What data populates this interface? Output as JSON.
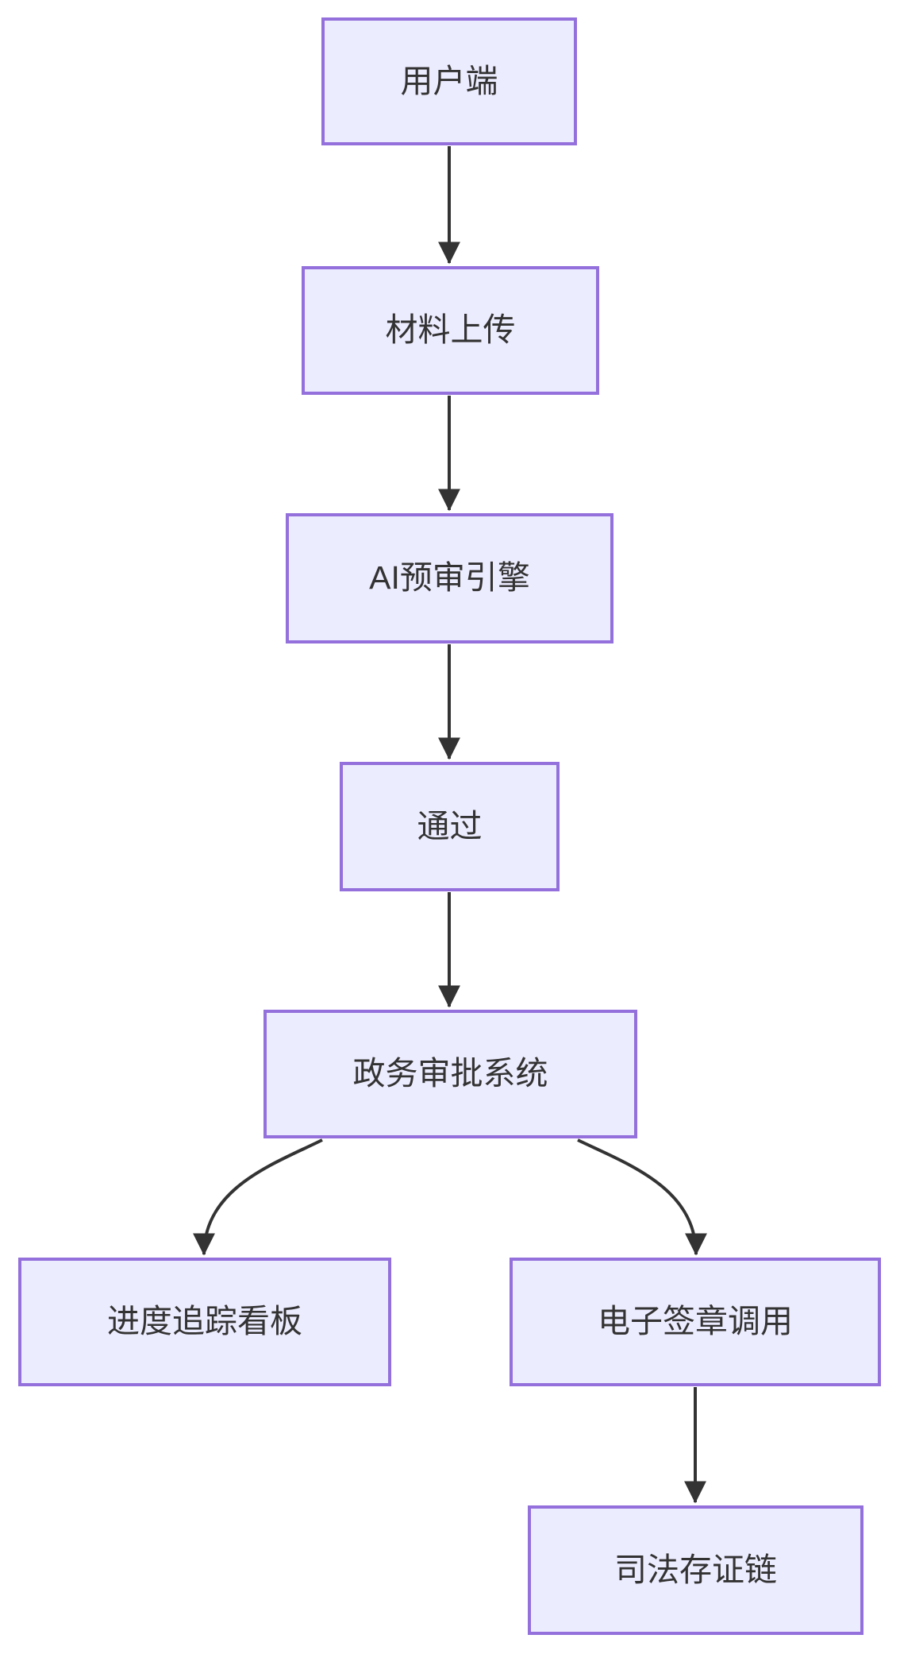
{
  "diagram": {
    "type": "flowchart",
    "direction": "top-down",
    "nodes": [
      {
        "id": "client",
        "label": "用户端"
      },
      {
        "id": "upload",
        "label": "材料上传"
      },
      {
        "id": "ai-engine",
        "label": "AI预审引擎"
      },
      {
        "id": "pass",
        "label": "通过"
      },
      {
        "id": "gov-approval",
        "label": "政务审批系统"
      },
      {
        "id": "progress-board",
        "label": "进度追踪看板"
      },
      {
        "id": "e-signature",
        "label": "电子签章调用"
      },
      {
        "id": "judicial-chain",
        "label": "司法存证链"
      }
    ],
    "edges": [
      {
        "from": "client",
        "to": "upload"
      },
      {
        "from": "upload",
        "to": "ai-engine"
      },
      {
        "from": "ai-engine",
        "to": "pass"
      },
      {
        "from": "pass",
        "to": "gov-approval"
      },
      {
        "from": "gov-approval",
        "to": "progress-board"
      },
      {
        "from": "gov-approval",
        "to": "e-signature"
      },
      {
        "from": "e-signature",
        "to": "judicial-chain"
      }
    ],
    "colors": {
      "node_fill": "#ECECFF",
      "node_border": "#9370DB",
      "edge": "#333333",
      "text": "#333333",
      "background": "#ffffff"
    }
  }
}
